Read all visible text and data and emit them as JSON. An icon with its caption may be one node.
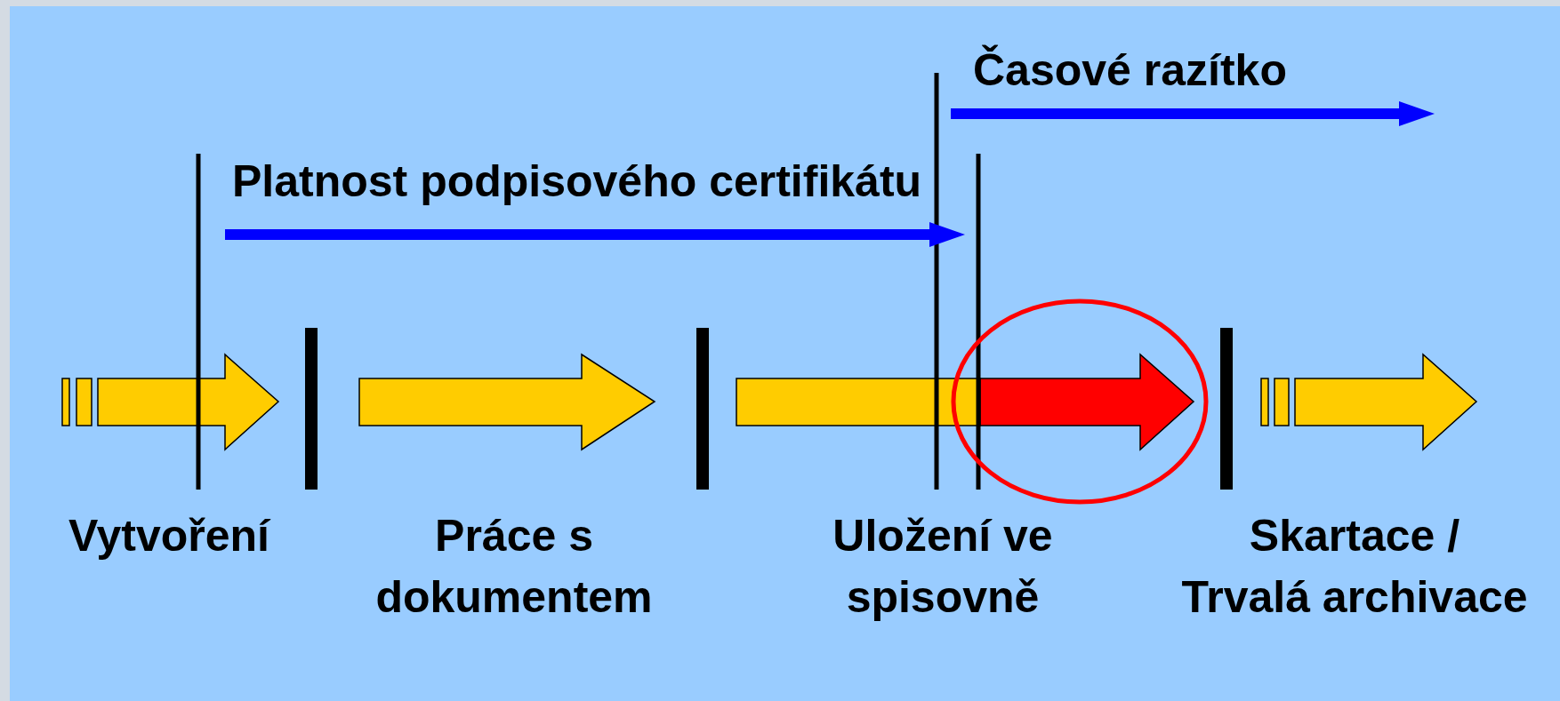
{
  "diagram": {
    "labels": [
      "Časové razítko",
      "Platnost podpisového certifikátu",
      "Vytvoření",
      "Práce s dokumentem",
      "Uložení ve spisovně",
      "Skartace / Trvalá archivace"
    ]
  }
}
